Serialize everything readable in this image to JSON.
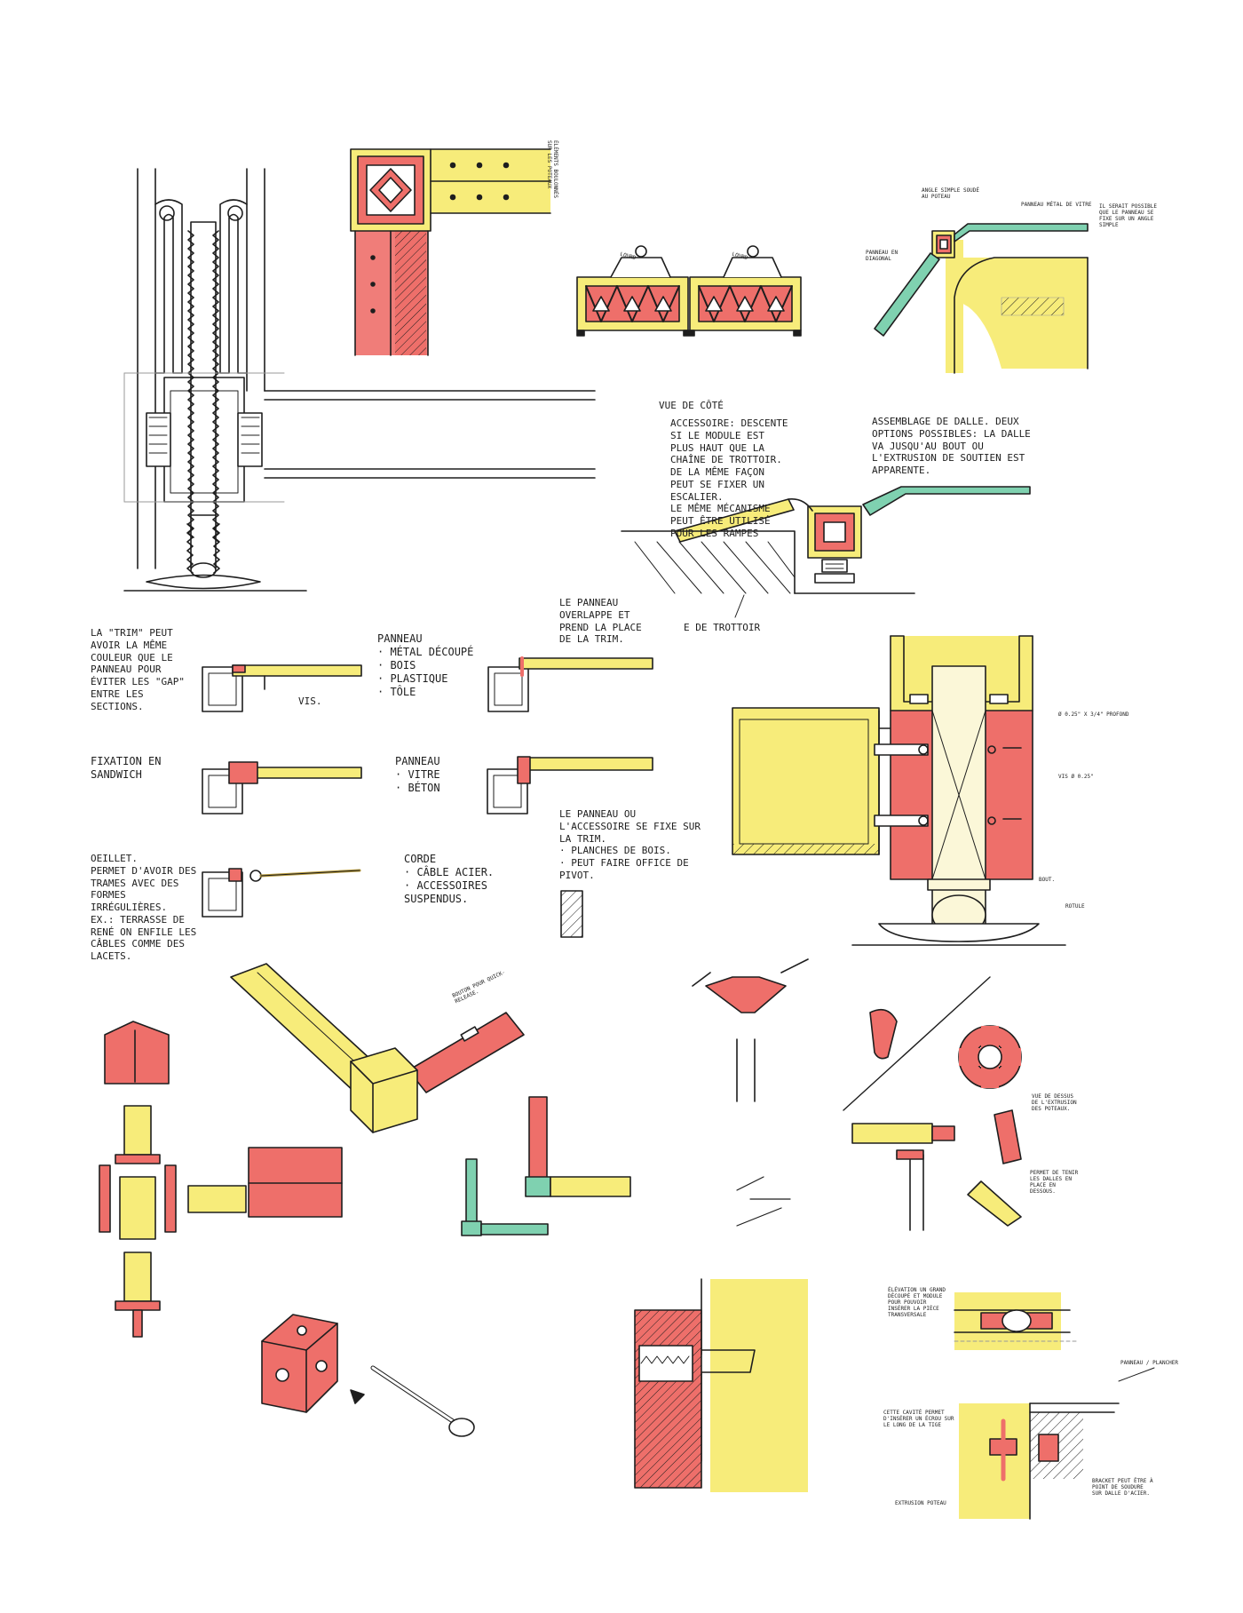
{
  "colors": {
    "yellow": "#f7ec7a",
    "red": "#ee6f6a",
    "green": "#7fd1b0",
    "ink": "#1e1e1e",
    "pencil": "#9a9a9a"
  },
  "sketches": {
    "frame_corner": {
      "note": "Éléments boulonnés sur les poteaux"
    },
    "truss_module": {
      "load_left": "LOURD",
      "load_right": "LOURD"
    },
    "glass_panel": {
      "note_angle": "ANGLE SIMPLE SOUDÉ AU POTEAU",
      "note_panel_detail": "PANNEAU MÉTAL DE VITRE",
      "note_panel": "PANNEAU EN DIAGONAL",
      "note_right": "IL SERAIT POSSIBLE QUE LE PANNEAU SE FIXE SUR UN ANGLE SIMPLE"
    },
    "side_view": {
      "title": "VUE DE CÔTÉ",
      "accessory_note": "ACCESSOIRE: DESCENTE SI LE MODULE EST PLUS HAUT QUE LA CHAÎNE DE TROTTOIR. DE LA MÊME FAÇON PEUT SE FIXER UN ESCALIER.\nLE MÊME MÉCANISME PEUT ÊTRE UTILISÉ POUR LES RAMPES",
      "slab_note": "ASSEMBLAGE DE DALLE. DEUX OPTIONS POSSIBLES: LA DALLE VA JUSQU'AU BOUT OU L'EXTRUSION DE SOUTIEN EST APPARENTE.",
      "curb_label": "E DE TROTTOIR"
    },
    "fixing_methods": {
      "trim_note": "LA \"TRIM\" PEUT AVOIR LA MÊME COULEUR QUE LE PANNEAU POUR ÉVITER LES \"GAP\" ENTRE LES SECTIONS.",
      "panel_list": "PANNEAU\n· MÉTAL DÉCOUPÉ\n· BOIS\n· PLASTIQUE\n· TÔLE",
      "screw_label": "VIS.",
      "overlap_note": "LE PANNEAU OVERLAPPE ET PREND LA PLACE DE LA TRIM.",
      "sandwich_note": "FIXATION EN SANDWICH",
      "panel_list_2": "PANNEAU\n· VITRE\n· BÉTON",
      "trim_fix_note": "LE PANNEAU OU L'ACCESSOIRE SE FIXE SUR LA TRIM.\n· PLANCHES DE BOIS.\n· PEUT FAIRE OFFICE DE PIVOT.",
      "eyelet_note": "OEILLET.\nPERMET D'AVOIR DES TRAMES AVEC DES FORMES IRRÉGULIÈRES.\nEX.: TERRASSE DE RENÉ ON ENFILE LES CÂBLES COMME DES LACETS.",
      "rope_list": "CORDE\n· CÂBLE ACIER.\n· ACCESSOIRES SUSPENDUS."
    },
    "column_detail": {
      "dim_label": "Ø 0.25\" X 3/4\" PROFOND",
      "screw_label": "VIS Ø 0.25\"",
      "bolt_label": "BOUT.",
      "caster_label": "ROTULE"
    },
    "extrusion": {
      "button_note": "BOUTON POUR QUICK-RELEASE.",
      "cross_note": "VUE DE DESSUS DE L'EXTRUSION DES POTEAUX.",
      "hold_note": "PERMET DE TENIR LES DALLES EN PLACE EN DESSOUS."
    },
    "floor_detail": {
      "top_note": "ÉLÉVATION UN GRAND DÉCOUPÉ ET MODULE POUR POUVOIR INSÉRER LA PIÈCE TRANSVERSALE",
      "panel_label": "PANNEAU / PLANCHER",
      "left_note": "CETTE CAVITÉ PERMET D'INSÉRER UN ÉCROU SUR LE LONG DE LA TIGE",
      "bottom_label": "EXTRUSION POTEAU",
      "bracket_note": "BRACKET PEUT ÊTRE À POINT DE SOUDURE SUR DALLE D'ACIER."
    }
  }
}
